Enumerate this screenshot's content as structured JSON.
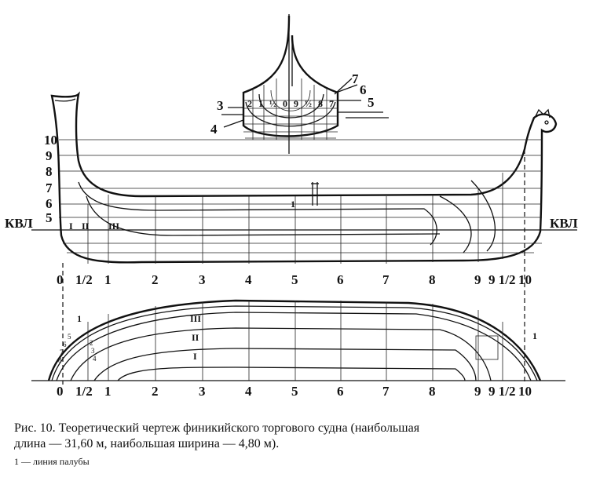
{
  "figure": {
    "caption_line1": "Рис. 10. Теоретический чертеж финикийского торгового судна (наибольшая",
    "caption_line2": "длина — 31,60 м,  наибольшая  ширина — 4,80 м).",
    "legend": "1 — линия палубы"
  },
  "side_view": {
    "waterline_label_left": "КВЛ",
    "waterline_label_right": "КВЛ",
    "waterlines": [
      "10",
      "9",
      "8",
      "7",
      "6",
      "5"
    ],
    "buttocks": [
      "I",
      "II",
      "III"
    ],
    "deck_label": "1",
    "stations": [
      "0",
      "1/2",
      "1",
      "2",
      "3",
      "4",
      "5",
      "6",
      "7",
      "8",
      "9",
      "9 1/2",
      "10"
    ]
  },
  "plan_view": {
    "buttocks": [
      "III",
      "II",
      "I"
    ],
    "deck_label_left": "1",
    "deck_label_right": "1",
    "waterline_numbers": [
      "5",
      "6",
      "7",
      "8",
      "2",
      "3",
      "4"
    ],
    "stations": [
      "0",
      "1/2",
      "1",
      "2",
      "3",
      "4",
      "5",
      "6",
      "7",
      "8",
      "9",
      "9 1/2",
      "10"
    ]
  },
  "body_plan": {
    "labels": [
      "3",
      "4",
      "5",
      "6",
      "7"
    ],
    "section_labels": "2 1 ½ 0 9 ½ 8 7"
  }
}
